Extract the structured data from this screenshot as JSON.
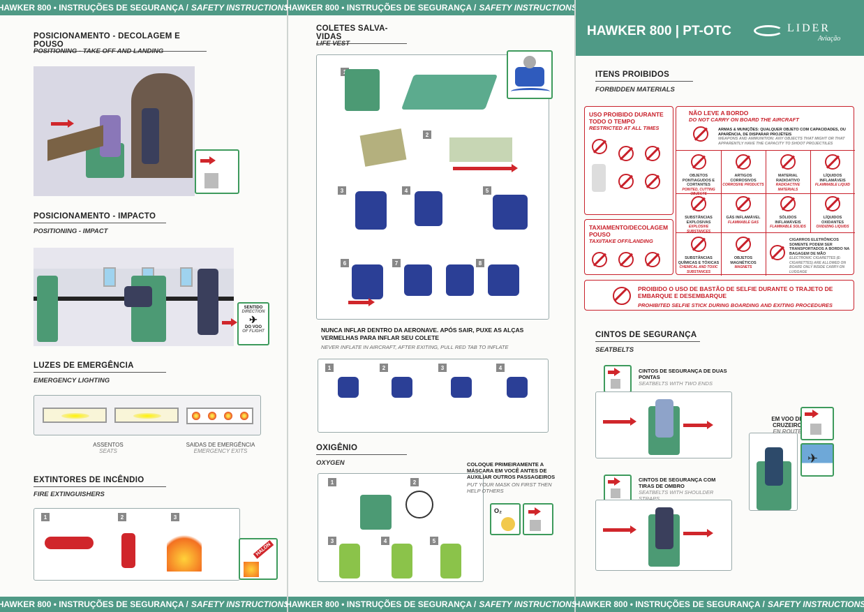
{
  "banner": {
    "left": "HAWKER 800 • INSTRUÇÕES DE SEGURANÇA /",
    "right": "SAFETY INSTRUCTIONS"
  },
  "panel1": {
    "positioning_takeoff": {
      "title": "POSICIONAMENTO - DECOLAGEM E POUSO",
      "subtitle": "POSITIONING - TAKE OFF AND LANDING"
    },
    "positioning_impact": {
      "title": "POSICIONAMENTO - IMPACTO",
      "subtitle": "POSITIONING - IMPACT"
    },
    "flight_direction": {
      "pt": "SENTIDO",
      "en": "DIRECTION",
      "pt2": "DO VOO",
      "en2": "OF FLIGHT"
    },
    "emergency_lighting": {
      "title": "LUZES DE EMERGÊNCIA",
      "subtitle": "EMERGENCY LIGHTING",
      "seats_pt": "ASSENTOS",
      "seats_en": "SEATS",
      "exits_pt": "SAIDAS DE EMERGÊNCIA",
      "exits_en": "EMERGENCY EXITS"
    },
    "fire_extinguishers": {
      "title": "EXTINTORES DE INCÊNDIO",
      "subtitle": "FIRE EXTINGUISHERS",
      "steps": [
        "1",
        "2",
        "3"
      ],
      "halon": "HALON"
    }
  },
  "panel2": {
    "life_vest": {
      "title": "COLETES SALVA-VIDAS",
      "subtitle": "LIFE VEST",
      "steps": [
        "1",
        "2",
        "3",
        "4",
        "5",
        "6",
        "7",
        "8"
      ]
    },
    "warning": {
      "pt": "NUNCA INFLAR DENTRO DA AERONAVE. APÓS SAIR, PUXE AS ALÇAS VERMELHAS PARA INFLAR SEU COLETE",
      "en": "NEVER INFLATE IN AIRCRAFT, AFTER EXITING, PULL RED TAB TO INFLATE"
    },
    "child_steps": [
      "1",
      "2",
      "3",
      "4"
    ],
    "oxygen": {
      "title": "OXIGÊNIO",
      "subtitle": "OXYGEN",
      "steps": [
        "1",
        "2",
        "3",
        "4",
        "5"
      ],
      "note_pt": "COLOQUE PRIMEIRAMENTE A MÁSCARA EM VOCÊ ANTES DE AUXILIAR OUTROS PASSAGEIROS",
      "note_en": "PUT YOUR MASK ON FIRST THEN HELP OTHERS",
      "o2": "O₂"
    }
  },
  "panel3": {
    "header": {
      "title": "HAWKER 800 | PT-OTC",
      "logo": "LIDER",
      "logo_sub": "Aviação"
    },
    "forbidden": {
      "title": "ITENS PROIBIDOS",
      "subtitle": "FORBIDDEN MATERIALS",
      "restricted_pt": "USO PROIBIDO DURANTE TODO O TEMPO",
      "restricted_en": "RESTRICTED AT ALL TIMES",
      "taxi_pt": "TAXIAMENTO/DECOLAGEM POUSO",
      "taxi_en": "TAXI/TAKE OFF/LANDING",
      "no_carry_pt": "NÃO LEVE A BORDO",
      "no_carry_en": "DO NOT CARRY ON BOARD THE AIRCRAFT",
      "weapons_pt": "ARMAS & MUNIÇÕES: QUALQUER OBJETO COM CAPACIDADES, OU APARÊNCIA, DE DISPARAR PROJÉTEIS",
      "weapons_en": "WEAPONS AND AMMUNITION: ANY OBJECTS THAT MIGHT OR THAT APPARENTLY HAVE THE CAPACITY TO SHOOT PROJECTILES",
      "items": [
        {
          "pt": "OBJETOS PONTIAGUDOS E CORTANTES",
          "en": "POINTED, CUTTING OBJECTS"
        },
        {
          "pt": "ARTIGOS CORROSIVOS",
          "en": "CORROSIVE PRODUCTS"
        },
        {
          "pt": "MATERIAL RADIOATIVO",
          "en": "RADIOACTIVE MATERIALS"
        },
        {
          "pt": "LÍQUIDOS INFLAMÁVEIS",
          "en": "FLAMMABLE LIQUID"
        },
        {
          "pt": "SUBSTÂNCIAS EXPLOSIVAS",
          "en": "EXPLOSIVE SUBSTANCES"
        },
        {
          "pt": "GÁS INFLAMÁVEL",
          "en": "FLAMMABLE GAS"
        },
        {
          "pt": "SÓLIDOS INFLAMÁVEIS",
          "en": "FLAMMABLE SOLIDS"
        },
        {
          "pt": "LÍQUIDOS OXIDANTES",
          "en": "OXIDIZING LIQUIDS"
        },
        {
          "pt": "SUBSTÂNCIAS QUÍMICAS E TÓXICAS",
          "en": "CHEMICAL AND TOXIC SUBSTANCES"
        },
        {
          "pt": "OBJETOS MAGNÉTICOS",
          "en": "MAGNETS"
        }
      ],
      "ecig_pt": "CIGARROS ELETRÔNICOS SOMENTE PODEM SER TRANSPORTADOS A BORDO NA BAGAGEM DE MÃO",
      "ecig_en": "ELECTRONIC CIGARETTES (E-CIGARETTES) ARE ALLOWED ON BOARD ONLY INSIDE CARRY-ON LUGGAGE",
      "selfie_pt": "PROIBIDO O USO DE BASTÃO DE SELFIE DURANTE O TRAJETO DE EMBARQUE E DESEMBARQUE",
      "selfie_en": "PROHIBITED SELFIE STICK DURING BOARDING AND EXITING PROCEDURES"
    },
    "seatbelts": {
      "title": "CINTOS DE SEGURANÇA",
      "subtitle": "SEATBELTS",
      "two_ends_pt": "CINTOS DE SEGURANÇA DE DUAS PONTAS",
      "two_ends_en": "SEATBELTS WITH TWO ENDS",
      "shoulder_pt": "CINTOS DE SEGURANÇA COM TIRAS DE OMBRO",
      "shoulder_en": "SEATBELTS WITH SHOULDER STRAPS",
      "cruise_pt": "EM VOO DE CRUZEIRO",
      "cruise_en": "EN ROUTE"
    }
  },
  "colors": {
    "banner": "#4f9a86",
    "red": "#d0262b",
    "seat_green": "#4c9a74",
    "vest_blue": "#2b3f96"
  }
}
